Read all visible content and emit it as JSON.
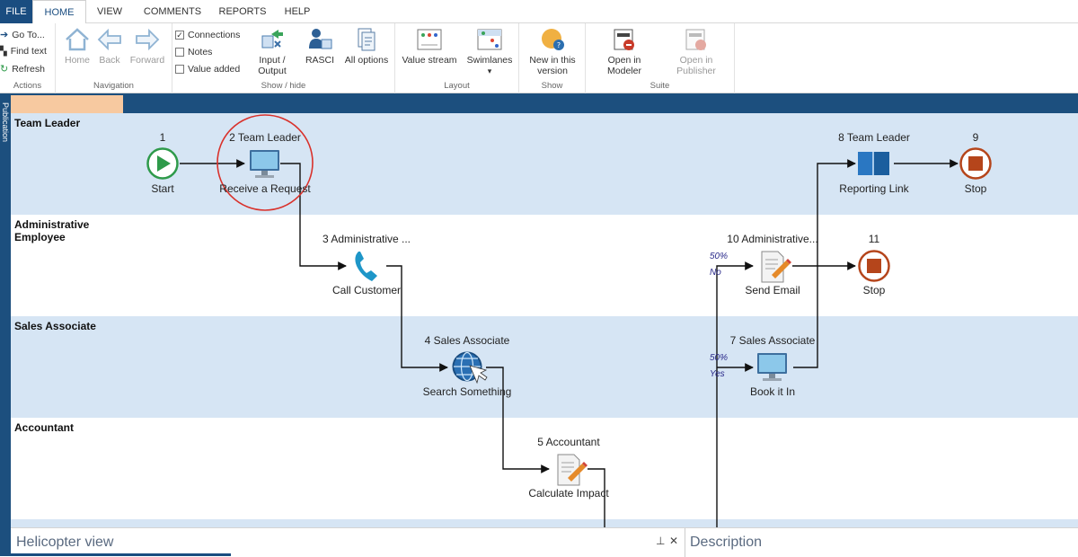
{
  "tabs": [
    "FILE",
    "HOME",
    "VIEW",
    "COMMENTS",
    "REPORTS",
    "HELP"
  ],
  "ribbon": {
    "actions": {
      "goto": "Go To...",
      "find": "Find text",
      "refresh": "Refresh",
      "label": "Actions"
    },
    "navigation": {
      "home": "Home",
      "back": "Back",
      "forward": "Forward",
      "label": "Navigation"
    },
    "showhide": {
      "connections": "Connections",
      "notes": "Notes",
      "value_added": "Value added",
      "connections_checked": "✓",
      "input_output_1": "Input /",
      "input_output_2": "Output",
      "rasci": "RASCI",
      "all_options": "All options",
      "label": "Show / hide"
    },
    "layout": {
      "value_stream": "Value stream",
      "swimlanes": "Swimlanes",
      "dropdown": "▾",
      "label": "Layout"
    },
    "show": {
      "new_1": "New in this",
      "new_2": "version",
      "label": "Show"
    },
    "suite": {
      "modeler_1": "Open in",
      "modeler_2": "Modeler",
      "publisher_1": "Open in",
      "publisher_2": "Publisher",
      "label": "Suite"
    }
  },
  "side_panel": "Publication",
  "lanes": [
    {
      "title": "Team Leader"
    },
    {
      "title": "Administrative\nEmployee"
    },
    {
      "title": "Sales Associate"
    },
    {
      "title": "Accountant"
    }
  ],
  "nodes": {
    "n1": {
      "num": "1",
      "label": "Start"
    },
    "n2": {
      "num": "2 Team Leader",
      "label": "Receive a Request"
    },
    "n3": {
      "num": "3 Administrative ...",
      "label": "Call Customer"
    },
    "n4": {
      "num": "4 Sales Associate",
      "label": "Search Something"
    },
    "n5": {
      "num": "5 Accountant",
      "label": "Calculate Impact"
    },
    "n7": {
      "num": "7 Sales Associate",
      "label": "Book it In"
    },
    "n8": {
      "num": "8 Team Leader",
      "label": "Reporting Link"
    },
    "n9": {
      "num": "9",
      "label": "Stop"
    },
    "n10": {
      "num": "10 Administrative...",
      "label": "Send Email"
    },
    "n11": {
      "num": "11",
      "label": "Stop"
    }
  },
  "branches": {
    "no_pct": "50%",
    "no_label": "No",
    "yes_pct": "50%",
    "yes_label": "Yes"
  },
  "bottom": {
    "helicopter": "Helicopter view",
    "pin": "⊥",
    "close": "✕",
    "description": "Description"
  },
  "colors": {
    "brand": "#1c4f7e",
    "lane_blue": "#d6e5f4",
    "start_green": "#2e9a4a",
    "stop_red": "#b5451b",
    "highlight_circle": "#d9312b"
  }
}
